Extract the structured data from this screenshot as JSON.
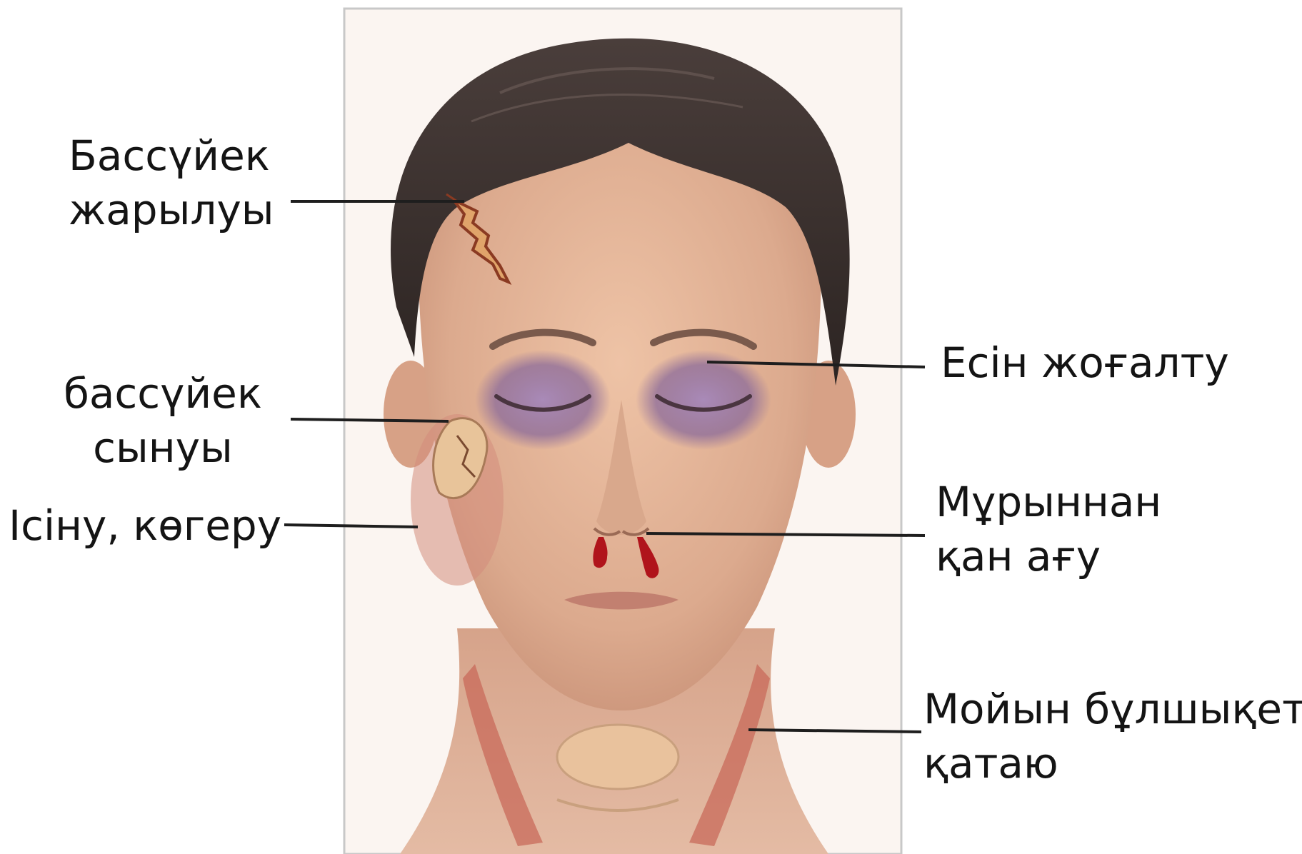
{
  "colors": {
    "background": "#ffffff",
    "panel_border": "#c8c8c8",
    "leader_line": "#1e1e1e",
    "label_text": "#141414",
    "hair": "#3b3230",
    "skin": "#e2b59b",
    "bruise": "#8a6a9a",
    "blood": "#b0141b",
    "neck_muscle": "#c86a5a"
  },
  "labels": {
    "skull_crack": {
      "line1": "Бассүйек",
      "line2": "жарылуы"
    },
    "skull_fracture": {
      "line1": "бассүйек",
      "line2": "сынуы"
    },
    "swelling": {
      "line1": "Ісіну, көгеру"
    },
    "unconscious": {
      "line1": "Есін жоғалту"
    },
    "nosebleed": {
      "line1": "Мұрыннан",
      "line2": "қан ағу"
    },
    "neck_stiffness": {
      "line1": "Мойын бұлшықеті",
      "line2": "қатаю"
    }
  }
}
